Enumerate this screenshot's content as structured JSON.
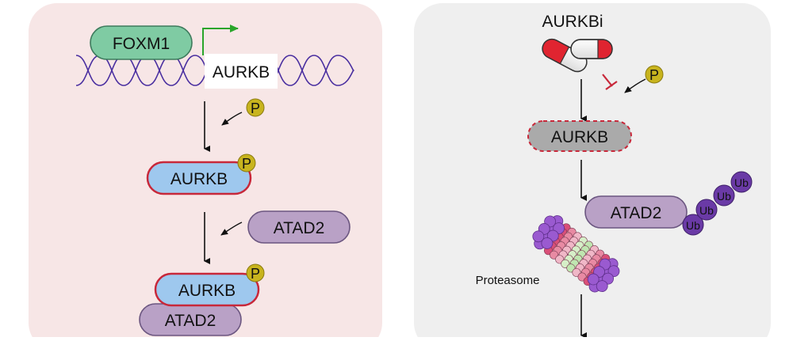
{
  "left_panel": {
    "gene_factor": "FOXM1",
    "gene": "AURKB",
    "phospho_symbol": "P",
    "protein_phospho": "AURKB",
    "partner": "ATAD2",
    "complex_top": "AURKB",
    "complex_bottom": "ATAD2"
  },
  "right_panel": {
    "inhibitor_label": "AURKBi",
    "phospho_symbol": "P",
    "protein_inactive": "AURKB",
    "substrate": "ATAD2",
    "ubiquitin": [
      "Ub",
      "Ub",
      "Ub",
      "Ub"
    ],
    "degradation_machine": "Proteasome"
  },
  "colors": {
    "left_panel_bg": "#f7e6e6",
    "right_panel_bg": "#efefef",
    "foxm1_fill": "#7fcba3",
    "aurkb_fill": "#9ec8ee",
    "aurkb_border": "#c8283a",
    "atad2_fill": "#b9a1c6",
    "phospho_fill": "#c8b41e",
    "ub_fill": "#6a3aa6",
    "dna_strand": "#4a2fa0",
    "arrow_green": "#2aa52a",
    "inhibit_red": "#c8283a",
    "aurkb_inactive_fill": "#aaaaaa"
  }
}
